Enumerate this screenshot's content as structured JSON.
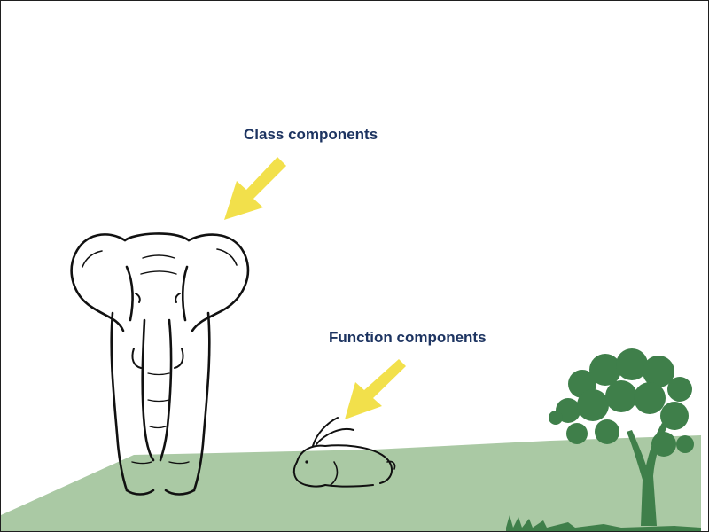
{
  "labels": {
    "class_components": "Class components",
    "function_components": "Function components"
  },
  "illustration": {
    "large_animal": "elephant-icon",
    "small_animal": "rabbit-icon",
    "tree": "tree-icon",
    "ground": "grass-hill"
  },
  "colors": {
    "label_text": "#1d3461",
    "arrow": "#f2e04b",
    "ground": "#aac9a4",
    "tree": "#3f7f4a",
    "ink": "#111111"
  }
}
